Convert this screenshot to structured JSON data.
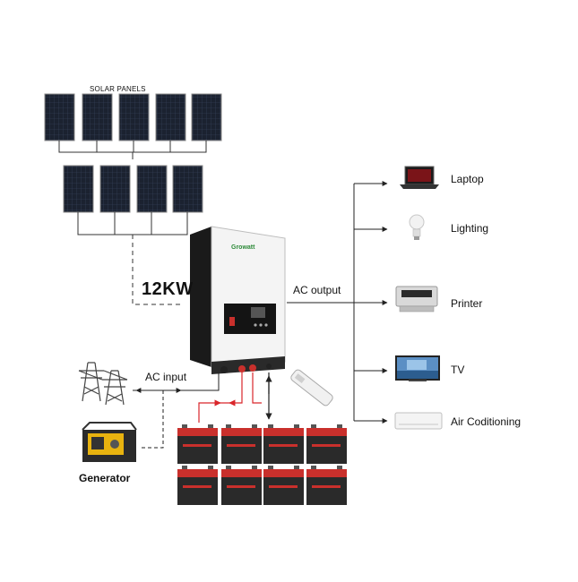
{
  "labels": {
    "solar_panels": "SOLAR PANELS",
    "power_rating": "12KW",
    "ac_output": "AC output",
    "ac_input": "AC input",
    "generator": "Generator",
    "brand": "Growatt"
  },
  "loads": [
    {
      "name": "Laptop",
      "icon": "laptop-icon"
    },
    {
      "name": "Lighting",
      "icon": "light-bulb-icon"
    },
    {
      "name": "Printer",
      "icon": "printer-icon"
    },
    {
      "name": "TV",
      "icon": "tv-icon"
    },
    {
      "name": "Air Coditioning",
      "icon": "air-conditioner-icon"
    }
  ],
  "colors": {
    "panel": "#1b2230",
    "inverter_body": "#f4f4f4",
    "inverter_side": "#1a1a1a",
    "battery_body": "#2a2a2a",
    "battery_top": "#c9302c",
    "dc_line": "#d9262b",
    "line": "#222222"
  }
}
